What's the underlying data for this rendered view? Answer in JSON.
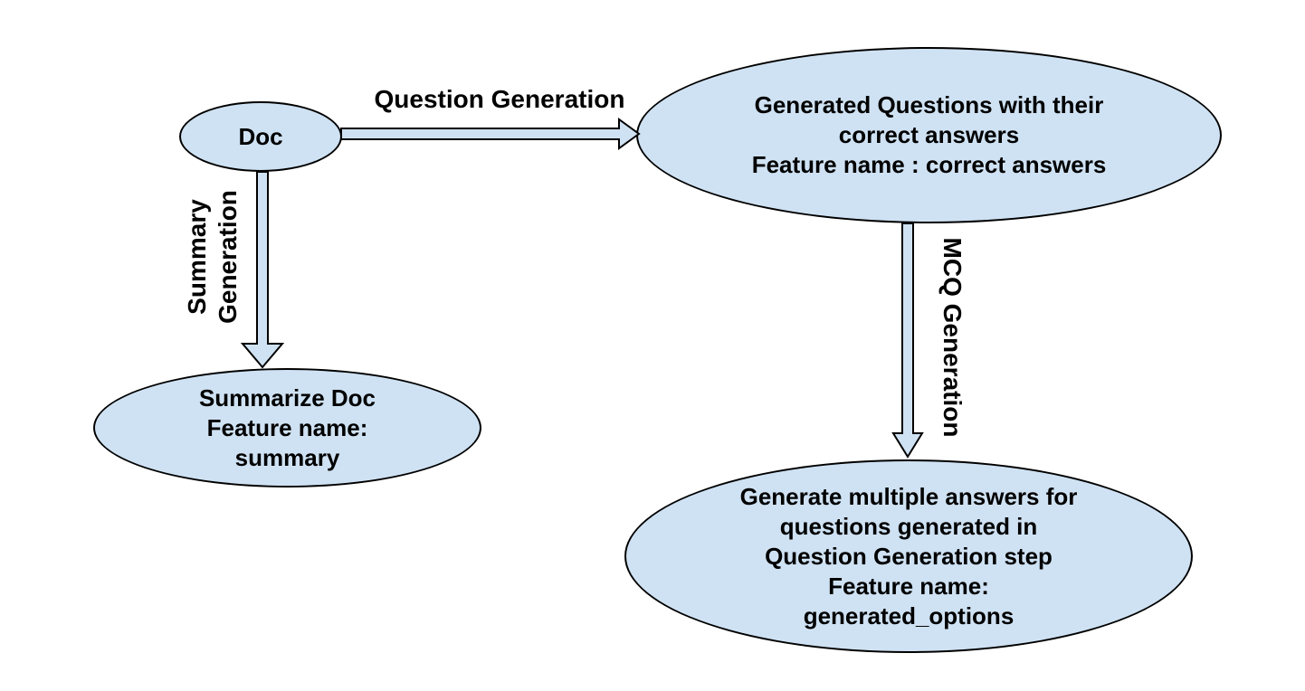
{
  "diagram": {
    "background": "#ffffff",
    "colors": {
      "node_fill": "#cfe2f3",
      "node_border": "#000000",
      "arrow_fill": "#cfe2f3",
      "arrow_border": "#000000",
      "text": "#000000"
    },
    "nodes": {
      "doc": {
        "label": "Doc"
      },
      "generated_questions": {
        "label": "Generated Questions with their\ncorrect answers\nFeature name : correct answers"
      },
      "summarize_doc": {
        "label": "Summarize Doc\nFeature name:\nsummary"
      },
      "generate_options": {
        "label": "Generate multiple answers for\nquestions generated in\nQuestion Generation step\nFeature name:\ngenerated_options"
      }
    },
    "edges": {
      "question_generation": {
        "label": "Question Generation",
        "from": "doc",
        "to": "generated_questions",
        "direction": "right"
      },
      "summary_generation": {
        "label": "Summary\nGeneration",
        "from": "doc",
        "to": "summarize_doc",
        "direction": "down"
      },
      "mcq_generation": {
        "label": "MCQ Generation",
        "from": "generated_questions",
        "to": "generate_options",
        "direction": "down"
      }
    }
  }
}
